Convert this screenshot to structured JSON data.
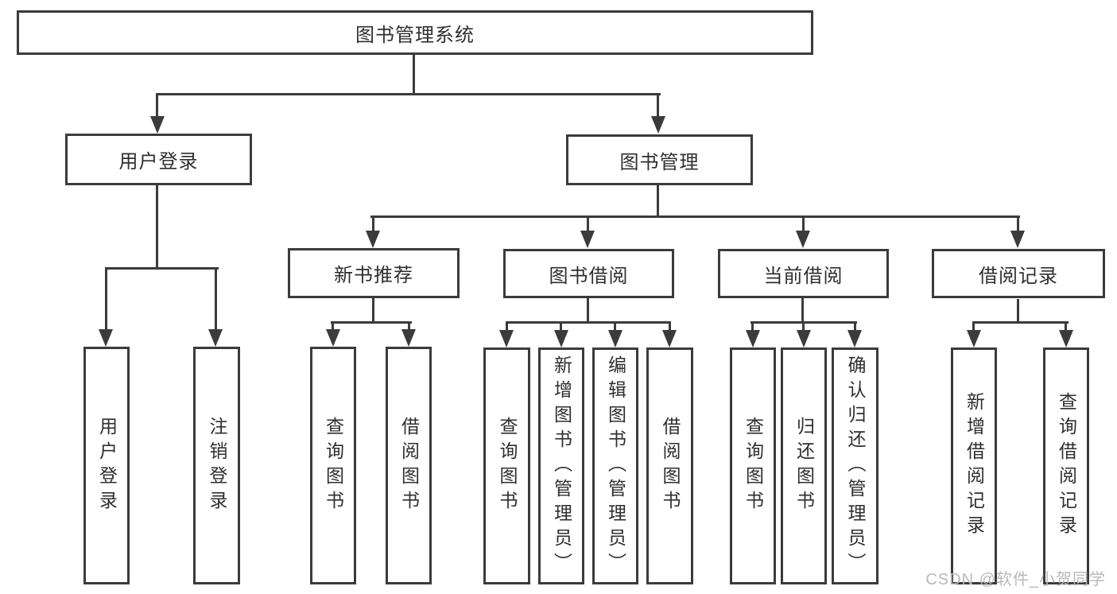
{
  "tree": {
    "label": "图书管理系统",
    "children": [
      {
        "label": "用户登录",
        "children": [
          {
            "label": "用户登录"
          },
          {
            "label": "注销登录"
          }
        ]
      },
      {
        "label": "图书管理",
        "children": [
          {
            "label": "新书推荐",
            "children": [
              {
                "label": "查询图书"
              },
              {
                "label": "借阅图书"
              }
            ]
          },
          {
            "label": "图书借阅",
            "children": [
              {
                "label": "查询图书"
              },
              {
                "label": "新增图书（管理员）"
              },
              {
                "label": "编辑图书（管理员）"
              },
              {
                "label": "借阅图书"
              }
            ]
          },
          {
            "label": "当前借阅",
            "children": [
              {
                "label": "查询图书"
              },
              {
                "label": "归还图书"
              },
              {
                "label": "确认归还（管理员）"
              }
            ]
          },
          {
            "label": "借阅记录",
            "children": [
              {
                "label": "新增借阅记录"
              },
              {
                "label": "查询借阅记录"
              }
            ]
          }
        ]
      }
    ]
  },
  "watermark": {
    "text": "CSDN @软件_小贺同学",
    "color": "#b9b9b9"
  },
  "colors": {
    "line": "#3b3b3b",
    "box_border": "#3b3b3b",
    "text": "#2f2f2f",
    "background": "#ffffff"
  }
}
